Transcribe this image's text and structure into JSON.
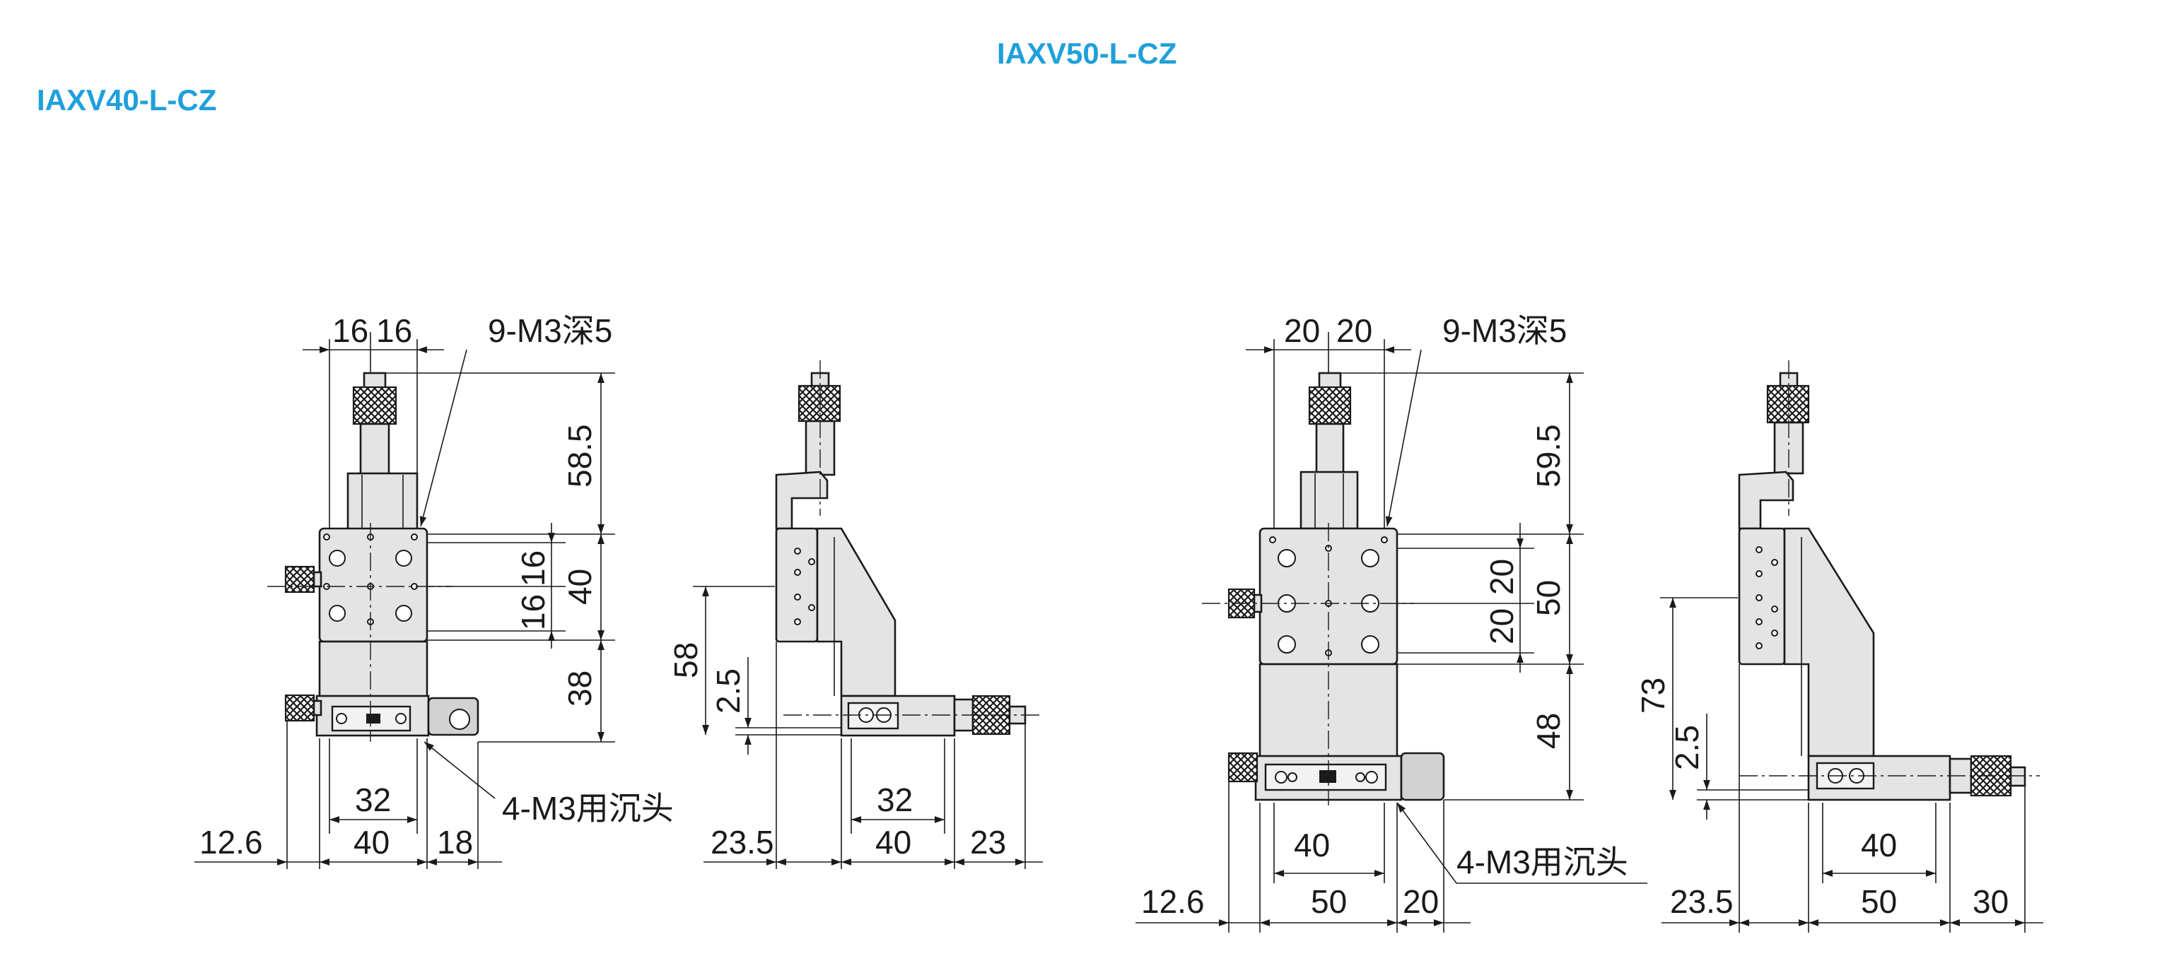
{
  "colors": {
    "title": "#1fa0db",
    "line": "#1a1a1a",
    "body_fill": "#e4e4e4"
  },
  "titles": {
    "left_model": "IAXV40-L-CZ",
    "right_model": "IAXV50-L-CZ"
  },
  "iaxv40": {
    "front_view": {
      "top_dim_a": "16",
      "top_dim_b": "16",
      "tap_note": "9-M3深5",
      "height_micrometer": "58.5",
      "hole_pitch_a": "16",
      "hole_pitch_b": "16",
      "table_height": "40",
      "base_height": "38",
      "base_hole_pitch": "32",
      "counterbore_note": "4-M3用沉头",
      "knob_offset": "12.6",
      "base_width": "40",
      "right_offset": "18"
    },
    "side_view": {
      "height_total": "58",
      "gap": "2.5",
      "left_offset": "23.5",
      "hole_pitch": "32",
      "base_width": "40",
      "right_offset": "23"
    }
  },
  "iaxv50": {
    "front_view": {
      "top_dim_a": "20",
      "top_dim_b": "20",
      "tap_note": "9-M3深5",
      "height_micrometer": "59.5",
      "hole_pitch_a": "20",
      "hole_pitch_b": "20",
      "table_height": "50",
      "base_height": "48",
      "base_hole_pitch": "40",
      "counterbore_note": "4-M3用沉头",
      "knob_offset": "12.6",
      "base_width": "50",
      "right_offset": "20"
    },
    "side_view": {
      "height_total": "73",
      "gap": "2.5",
      "left_offset": "23.5",
      "hole_pitch": "40",
      "base_width": "50",
      "right_offset": "30"
    }
  }
}
